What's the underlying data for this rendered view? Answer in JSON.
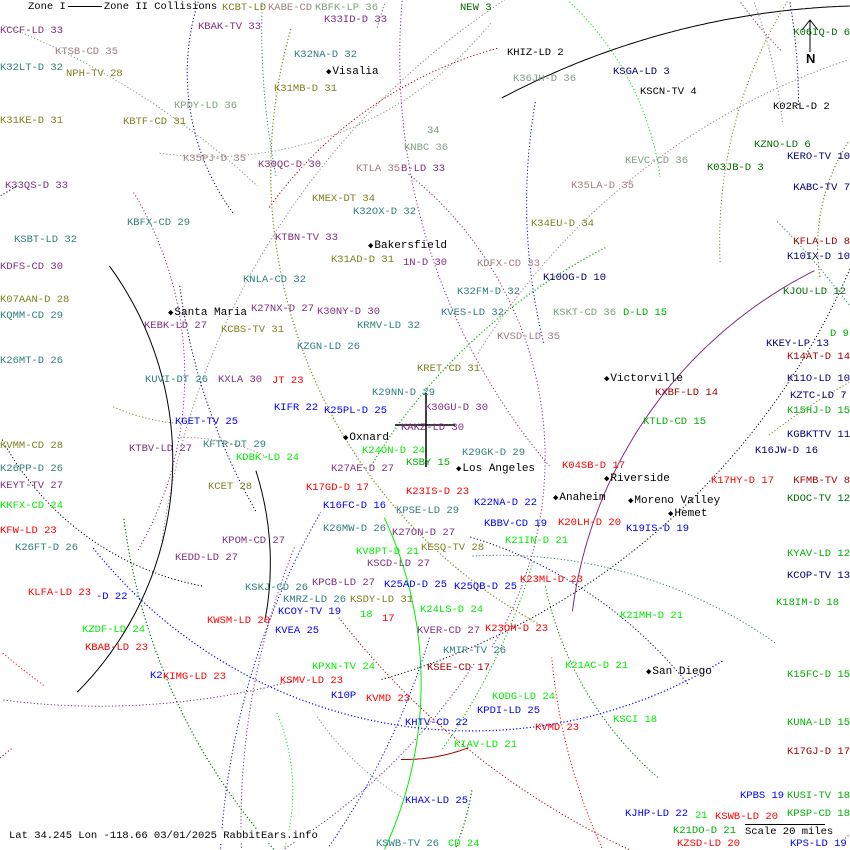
{
  "legend": {
    "zone1": "Zone I",
    "zone2": "Zone II Collisions"
  },
  "footer": "Lat 34.245 Lon -118.66 03/01/2025 RabbitEars.info",
  "north_label": "N",
  "scale_label": "Scale 20 miles",
  "colors": {
    "red": "#ff0000",
    "blue": "#0000ff",
    "purple": "#7f2f7f",
    "teal": "#2f7f7f",
    "olive": "#7f7f1f",
    "green": "#00b000",
    "bright": "#00ee00",
    "dkgreen": "#006f00",
    "maroon": "#9f0000",
    "navy": "#00006f",
    "graygreen": "#7f9f7f",
    "mauve": "#9f7f7f",
    "black": "#000000"
  },
  "cities": [
    {
      "name": "Visalia"
    },
    {
      "name": "Bakersfield"
    },
    {
      "name": "Santa Maria"
    },
    {
      "name": "Oxnard"
    },
    {
      "name": "Los Angeles"
    },
    {
      "name": "Victorville"
    },
    {
      "name": "Riverside"
    },
    {
      "name": "Moreno Valley"
    },
    {
      "name": "Anaheim"
    },
    {
      "name": "Hemet"
    },
    {
      "name": "San Diego"
    }
  ],
  "labels": [
    {
      "text": "KCBT-LD",
      "color": "olive"
    },
    {
      "text": "KABE-CD",
      "color": "mauve"
    },
    {
      "text": "KBFK-LP 36",
      "color": "graygreen"
    },
    {
      "text": "K33ID-D 33",
      "color": "purple"
    },
    {
      "text": "NEW 3",
      "color": "dkgreen"
    },
    {
      "text": "KCCF-LD 33",
      "color": "purple"
    },
    {
      "text": "KBAK-TV 33",
      "color": "purple"
    },
    {
      "text": "KTSB-CD 35",
      "color": "mauve"
    },
    {
      "text": "K32LT-D 32",
      "color": "teal"
    },
    {
      "text": "NPH-TV 28",
      "color": "olive"
    },
    {
      "text": "K32NA-D 32",
      "color": "teal"
    },
    {
      "text": "K31MB-D 31",
      "color": "olive"
    },
    {
      "text": "KPDY-LD 36",
      "color": "graygreen"
    },
    {
      "text": "K31KE-D 31",
      "color": "olive"
    },
    {
      "text": "KBTF-CD 31",
      "color": "olive"
    },
    {
      "text": "K35PJ-D 35",
      "color": "mauve"
    },
    {
      "text": "K30QC-D 30",
      "color": "purple"
    },
    {
      "text": "34",
      "color": "graygreen"
    },
    {
      "text": "KNBC 36",
      "color": "graygreen"
    },
    {
      "text": "KTLA 35",
      "color": "mauve"
    },
    {
      "text": "B-LD 33",
      "color": "purple"
    },
    {
      "text": "K33QS-D 33",
      "color": "purple"
    },
    {
      "text": "KMEX-DT 34",
      "color": "olive"
    },
    {
      "text": "K32OX-D 32",
      "color": "teal"
    },
    {
      "text": "KBFX-CD 29",
      "color": "teal"
    },
    {
      "text": "KTBN-TV 33",
      "color": "purple"
    },
    {
      "text": "KSBT-LD 32",
      "color": "teal"
    },
    {
      "text": "K31AD-D 31",
      "color": "olive"
    },
    {
      "text": "1N-D 30",
      "color": "purple"
    },
    {
      "text": "KNLA-CD 32",
      "color": "teal"
    },
    {
      "text": "KDFS-CD 30",
      "color": "purple"
    },
    {
      "text": "K07AAN-D 28",
      "color": "olive"
    },
    {
      "text": "KQMM-CD 29",
      "color": "teal"
    },
    {
      "text": "K30NY-D 30",
      "color": "purple"
    },
    {
      "text": "KEBK-LD 27",
      "color": "purple"
    },
    {
      "text": "KCBS-TV 31",
      "color": "olive"
    },
    {
      "text": "K27NX-D 27",
      "color": "purple"
    },
    {
      "text": "KRMV-LD 32",
      "color": "teal"
    },
    {
      "text": "KZGN-LD 26",
      "color": "teal"
    },
    {
      "text": "K26MT-D 26",
      "color": "teal"
    },
    {
      "text": "KUVI-DT 26",
      "color": "teal"
    },
    {
      "text": "KXLA 30",
      "color": "purple"
    },
    {
      "text": "JT 23",
      "color": "red"
    },
    {
      "text": "KIFR 22",
      "color": "blue"
    },
    {
      "text": "K25PL-D 25",
      "color": "blue"
    },
    {
      "text": "K29NN-D 29",
      "color": "teal"
    },
    {
      "text": "KRET-CD 31",
      "color": "olive"
    },
    {
      "text": "K30GU-D 30",
      "color": "purple"
    },
    {
      "text": "KAKZ-LD 30",
      "color": "purple"
    },
    {
      "text": "KGET-TV 25",
      "color": "blue"
    },
    {
      "text": "KFTR-DT 29",
      "color": "teal"
    },
    {
      "text": "K24ON-D 24",
      "color": "bright"
    },
    {
      "text": "KSBY 15",
      "color": "green"
    },
    {
      "text": "K29GK-D 29",
      "color": "teal"
    },
    {
      "text": "KVMM-CD 28",
      "color": "olive"
    },
    {
      "text": "KTBV-LD 27",
      "color": "purple"
    },
    {
      "text": "KDBK-LD 24",
      "color": "bright"
    },
    {
      "text": "K26PP-D 26",
      "color": "teal"
    },
    {
      "text": "KEYT-TV 27",
      "color": "purple"
    },
    {
      "text": "KCET 28",
      "color": "olive"
    },
    {
      "text": "K27AE-D 27",
      "color": "purple"
    },
    {
      "text": "K17GD-D 17",
      "color": "red"
    },
    {
      "text": "K23IS-D 23",
      "color": "red"
    },
    {
      "text": "KPSE-LD 29",
      "color": "teal"
    },
    {
      "text": "K27ON-D 27",
      "color": "purple"
    },
    {
      "text": "K16FC-D 16",
      "color": "blue"
    },
    {
      "text": "K22NA-D 22",
      "color": "blue"
    },
    {
      "text": "KKFX-CD 24",
      "color": "bright"
    },
    {
      "text": "K26MW-D 26",
      "color": "teal"
    },
    {
      "text": "KV8PT-D 21",
      "color": "bright"
    },
    {
      "text": "KBBV-CD 19",
      "color": "blue"
    },
    {
      "text": "K21IN-D 21",
      "color": "bright"
    },
    {
      "text": "K20LH-D 20",
      "color": "red"
    },
    {
      "text": "K19IS-D 19",
      "color": "blue"
    },
    {
      "text": "K04SB-D 17",
      "color": "red"
    },
    {
      "text": "K17HY-D 17",
      "color": "red"
    },
    {
      "text": "KFMB-TV 8",
      "color": "maroon"
    },
    {
      "text": "KDOC-TV 12",
      "color": "dkgreen"
    },
    {
      "text": "K16JW-D 16",
      "color": "navy"
    },
    {
      "text": "KGBKTTV 11",
      "color": "navy"
    },
    {
      "text": "K15HJ-D 15",
      "color": "green"
    },
    {
      "text": "KZTC-LD 7",
      "color": "navy"
    },
    {
      "text": "K11O-LD 10",
      "color": "navy"
    },
    {
      "text": "K14AT-D 14",
      "color": "maroon"
    },
    {
      "text": "KKEY-LP 13",
      "color": "navy"
    },
    {
      "text": "D 9",
      "color": "green"
    },
    {
      "text": "KXBF-LD 14",
      "color": "maroon"
    },
    {
      "text": "KTLD-CD 15",
      "color": "green"
    },
    {
      "text": "KSKT-CD 36",
      "color": "graygreen"
    },
    {
      "text": "D-LD 15",
      "color": "green"
    },
    {
      "text": "KVSD-LD 35",
      "color": "mauve"
    },
    {
      "text": "KVES-LD 32",
      "color": "teal"
    },
    {
      "text": "K32FM-D 32",
      "color": "teal"
    },
    {
      "text": "K10OG-D 10",
      "color": "navy"
    },
    {
      "text": "KDFX-CD 33",
      "color": "mauve"
    },
    {
      "text": "K34EU-D 34",
      "color": "olive"
    },
    {
      "text": "KJOU-LD 12",
      "color": "dkgreen"
    },
    {
      "text": "K10IX-D 10",
      "color": "navy"
    },
    {
      "text": "KFLA-LD 8",
      "color": "maroon"
    },
    {
      "text": "KABC-TV 7",
      "color": "navy"
    },
    {
      "text": "KERO-TV 10",
      "color": "navy"
    },
    {
      "text": "KZNO-LD 6",
      "color": "dkgreen"
    },
    {
      "text": "K03JB-D 3",
      "color": "dkgreen"
    },
    {
      "text": "KEVC-CD 36",
      "color": "graygreen"
    },
    {
      "text": "K35LA-D 35",
      "color": "mauve"
    },
    {
      "text": "KSGA-LD 3",
      "color": "navy"
    },
    {
      "text": "KSCN-TV 4",
      "color": "black"
    },
    {
      "text": "KHIZ-LD 2",
      "color": "black"
    },
    {
      "text": "K36JH-D 36",
      "color": "graygreen"
    },
    {
      "text": "K02RL-D 2",
      "color": "black"
    },
    {
      "text": "K06IQ-D 6",
      "color": "dkgreen"
    },
    {
      "text": "K26FT-D 26",
      "color": "teal"
    },
    {
      "text": "KFW-LD 23",
      "color": "red"
    },
    {
      "text": "KLFA-LD 23",
      "color": "red"
    },
    {
      "text": "-D 22",
      "color": "blue"
    },
    {
      "text": "KPOM-CD 27",
      "color": "purple"
    },
    {
      "text": "KEDD-LD 27",
      "color": "purple"
    },
    {
      "text": "KSCD-LD 27",
      "color": "purple"
    },
    {
      "text": "KESQ-TV 28",
      "color": "olive"
    },
    {
      "text": "K25AD-D 25",
      "color": "blue"
    },
    {
      "text": "KPCB-LD 27",
      "color": "purple"
    },
    {
      "text": "KSDY-LD 31",
      "color": "olive"
    },
    {
      "text": "KSKJ-CD 26",
      "color": "teal"
    },
    {
      "text": "KMRZ-LD 26",
      "color": "teal"
    },
    {
      "text": "18",
      "color": "bright"
    },
    {
      "text": "17",
      "color": "red"
    },
    {
      "text": "K25QB-D 25",
      "color": "blue"
    },
    {
      "text": "K24LS-D 24",
      "color": "bright"
    },
    {
      "text": "KVER-CD 27",
      "color": "purple"
    },
    {
      "text": "K23ML-D 23",
      "color": "red"
    },
    {
      "text": "KZDF-LD 24",
      "color": "bright"
    },
    {
      "text": "KWSM-LD 20",
      "color": "red"
    },
    {
      "text": "KCOY-TV 19",
      "color": "blue"
    },
    {
      "text": "KVEA 25",
      "color": "blue"
    },
    {
      "text": "KBAB-LD 23",
      "color": "red"
    },
    {
      "text": "K23OM-D 23",
      "color": "red"
    },
    {
      "text": "K21MH-D 21",
      "color": "bright"
    },
    {
      "text": "K18IM-D 18",
      "color": "green"
    },
    {
      "text": "KYAV-LD 12",
      "color": "green"
    },
    {
      "text": "KCOP-TV 13",
      "color": "navy"
    },
    {
      "text": "KPXN-TV 24",
      "color": "bright"
    },
    {
      "text": "K2",
      "color": "blue"
    },
    {
      "text": "KIMG-LD 23",
      "color": "red"
    },
    {
      "text": "KSMV-LD 23",
      "color": "red"
    },
    {
      "text": "KSEE-CD 17",
      "color": "maroon"
    },
    {
      "text": "KMIR-TV 26",
      "color": "teal"
    },
    {
      "text": "K21AC-D 21",
      "color": "bright"
    },
    {
      "text": "K15FC-D 15",
      "color": "green"
    },
    {
      "text": "K10P",
      "color": "blue"
    },
    {
      "text": "KVMD 23",
      "color": "red"
    },
    {
      "text": "KODG-LD 24",
      "color": "bright"
    },
    {
      "text": "KPDI-LD 25",
      "color": "blue"
    },
    {
      "text": "KHTV-CD 22",
      "color": "blue"
    },
    {
      "text": "KSCI 18",
      "color": "bright"
    },
    {
      "text": "KVMD 23",
      "color": "red"
    },
    {
      "text": "KIAV-LD 21",
      "color": "bright"
    },
    {
      "text": "KUNA-LD 15",
      "color": "green"
    },
    {
      "text": "K17GJ-D 17",
      "color": "maroon"
    },
    {
      "text": "KHAX-LD 25",
      "color": "blue"
    },
    {
      "text": "KJHP-LD 22",
      "color": "blue"
    },
    {
      "text": "21",
      "color": "bright"
    },
    {
      "text": "KPSP-CD 18",
      "color": "green"
    },
    {
      "text": "K21DO-D 21",
      "color": "green"
    },
    {
      "text": "KPS-LD 19",
      "color": "blue"
    },
    {
      "text": "KSWB-LD 20",
      "color": "red"
    },
    {
      "text": "KZSD-LD 20",
      "color": "red"
    },
    {
      "text": "KPBS 19",
      "color": "blue"
    },
    {
      "text": "KUSI-TV 18",
      "color": "green"
    },
    {
      "text": "KSWB-TV 26",
      "color": "teal"
    },
    {
      "text": "CD 24",
      "color": "bright"
    }
  ]
}
